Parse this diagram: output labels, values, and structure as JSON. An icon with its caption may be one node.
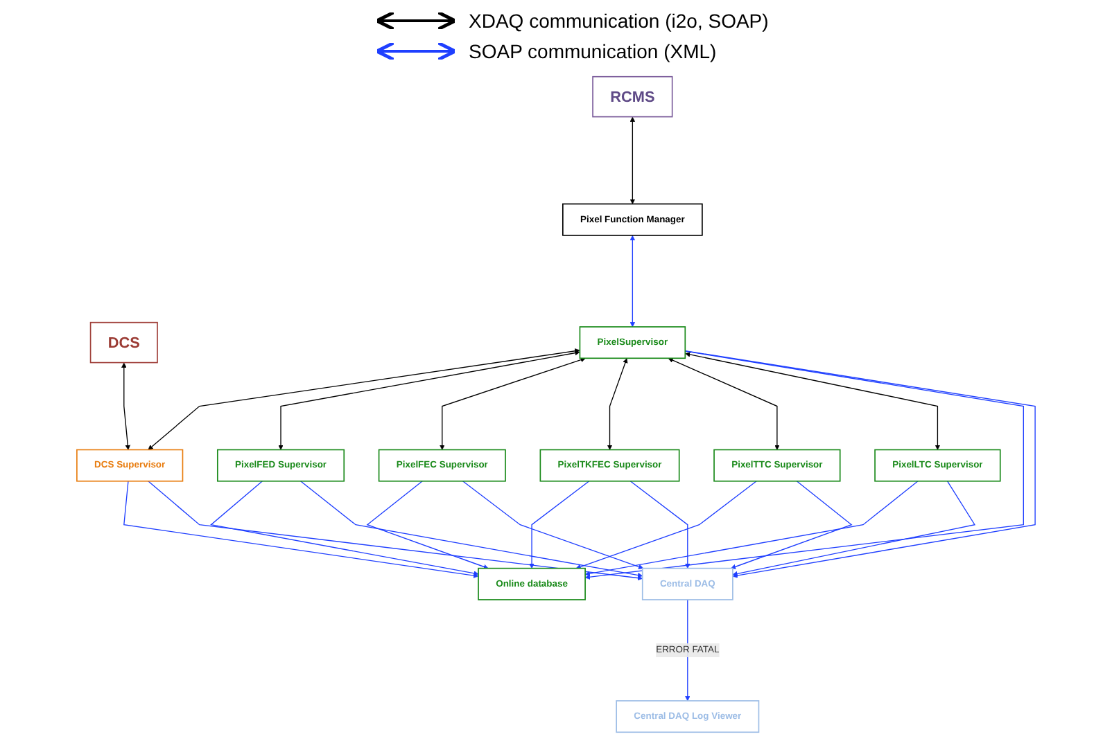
{
  "diagram": {
    "nodes": [
      {
        "text": [
          "RCMS"
        ]
      },
      {
        "text": [
          "DCS"
        ]
      },
      {
        "text": [
          "Pixel Function Manager"
        ]
      },
      {
        "text": [
          "PixelSupervisor"
        ]
      },
      {
        "text": [
          "DCS Supervisor"
        ]
      },
      {
        "text": [
          "PixelFED Supervisor"
        ]
      },
      {
        "text": [
          "PixelFEC Supervisor"
        ]
      },
      {
        "text": [
          "PixelTKFEC Supervisor"
        ]
      },
      {
        "text": [
          "PixelTTC Supervisor"
        ]
      },
      {
        "text": [
          "PixelLTC Supervisor"
        ]
      },
      {
        "text": [
          "Online database"
        ]
      },
      {
        "text": [
          "Central DAQ"
        ]
      },
      {
        "text": [
          "Central DAQ Log Viewer"
        ]
      }
    ],
    "edges": [
      {
        "from": 0,
        "to": 2,
        "arrow": "both",
        "color": "#000000"
      },
      {
        "from": 2,
        "to": 3,
        "arrow": "both"
      },
      {
        "from": 1,
        "to": 4,
        "arrow": "both",
        "color": "#000000"
      },
      {
        "from": 3,
        "to": 4,
        "arrow": "both",
        "color": "#000000"
      },
      {
        "from": 3,
        "to": 5,
        "arrow": "both",
        "color": "#000000"
      },
      {
        "from": 3,
        "to": 6,
        "arrow": "both",
        "color": "#000000"
      },
      {
        "from": 3,
        "to": 7,
        "arrow": "both",
        "color": "#000000"
      },
      {
        "from": 3,
        "to": 8,
        "arrow": "both",
        "color": "#000000"
      },
      {
        "from": 3,
        "to": 9,
        "arrow": "both",
        "color": "#000000"
      },
      {
        "from": 3,
        "to": 10,
        "arrow": "to"
      },
      {
        "from": 3,
        "to": 11,
        "arrow": "to"
      },
      {
        "from": 4,
        "to": 10,
        "arrow": "to"
      },
      {
        "from": 4,
        "to": 11,
        "arrow": "to"
      },
      {
        "from": 5,
        "to": 10,
        "arrow": "to"
      },
      {
        "from": 5,
        "to": 11,
        "arrow": "to"
      },
      {
        "from": 6,
        "to": 10,
        "arrow": "to"
      },
      {
        "from": 6,
        "to": 11,
        "arrow": "to"
      },
      {
        "from": 7,
        "to": 10,
        "arrow": "to"
      },
      {
        "from": 7,
        "to": 11,
        "arrow": "to"
      },
      {
        "from": 8,
        "to": 10,
        "arrow": "to"
      },
      {
        "from": 8,
        "to": 11,
        "arrow": "to"
      },
      {
        "from": 9,
        "to": 10,
        "arrow": "to"
      },
      {
        "from": 9,
        "to": 11,
        "arrow": "to"
      },
      {
        "from": 11,
        "to": 12,
        "label": "ERROR FATAL",
        "arrow": "to"
      }
    ],
    "legend": [
      {
        "text": "XDAQ communication (i2o, SOAP)"
      },
      {
        "text": "SOAP communication (XML)"
      }
    ]
  }
}
